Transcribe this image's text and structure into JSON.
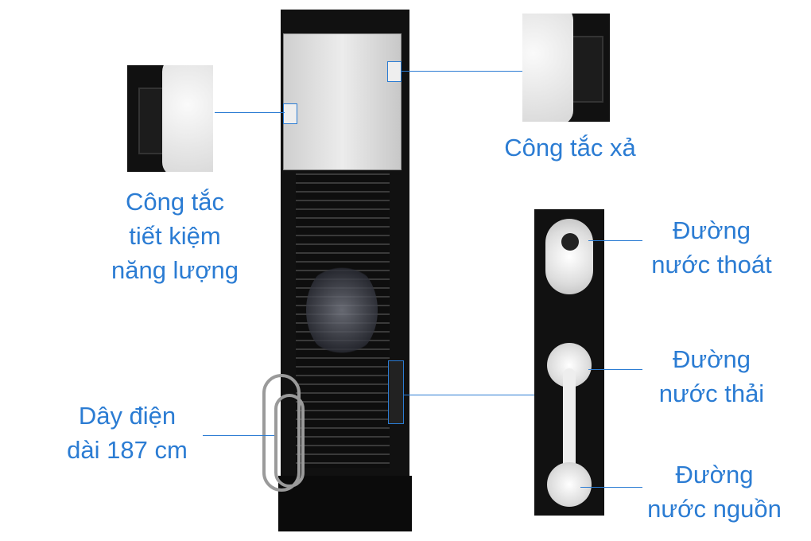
{
  "labels": {
    "flush_switch": "Công tắc xả",
    "energy_switch": [
      "Công tắc",
      "tiết kiệm",
      "năng lượng"
    ],
    "drain_outlet": [
      "Đường",
      "nước thoát"
    ],
    "waste_water": [
      "Đường",
      "nước thải"
    ],
    "source_water": [
      "Đường",
      "nước nguồn"
    ],
    "power_cord": [
      "Dây điện",
      "dài 187 cm"
    ]
  },
  "colors": {
    "accent": "#2b7cd3"
  }
}
